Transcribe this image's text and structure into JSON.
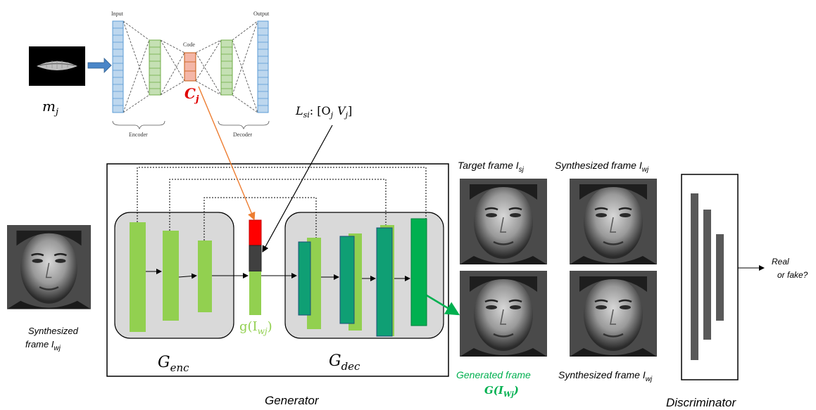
{
  "autoencoder": {
    "input_label": "Input",
    "output_label": "Output",
    "code_label": "Code",
    "encoder_label": "Encoder",
    "decoder_label": "Decoder",
    "code_symbol": "C",
    "code_subscript": "j"
  },
  "mouth_input": {
    "symbol": "m",
    "subscript": "j"
  },
  "lsi": {
    "symbol": "L",
    "subscript": "si",
    "rest": ": [O",
    "o_sub": "j",
    "v": "V",
    "v_sub": "j",
    "close": "]"
  },
  "generator": {
    "g_enc_main": "G",
    "g_enc_sub": "enc",
    "g_dec_main": "G",
    "g_dec_sub": "dec",
    "g_func": "g(I",
    "g_func_sub": "wj",
    "g_func_close": ")",
    "caption": "Generator"
  },
  "left_image": {
    "caption_line1": "Synthesized",
    "caption_line2": "frame I",
    "caption_sub": "wj"
  },
  "frames": {
    "target_label": "Target frame I",
    "target_sub": "sj",
    "synth_top_label": "Synthesized frame I",
    "synth_top_sub": "wj",
    "synth_bottom_label": "Synthesized frame I",
    "synth_bottom_sub": "wj",
    "generated_label_line1": "Generated frame",
    "generated_label_line2": "G(I",
    "generated_sub": "Wj",
    "generated_close": ")"
  },
  "discriminator": {
    "caption": "Discriminator",
    "output_line1": "Real",
    "output_line2": "or fake?"
  },
  "colors": {
    "green_light": "#92d050",
    "green_dark": "#00b050",
    "teal": "#0f9f74",
    "input_blue": "#bdd7ee",
    "code_pink": "#f4b6a7",
    "gray_box": "#d9d9d9",
    "generated_text": "#00b050",
    "code_text": "#e00000",
    "arrow_orange": "#ed7d31",
    "dark_bar": "#595959"
  }
}
